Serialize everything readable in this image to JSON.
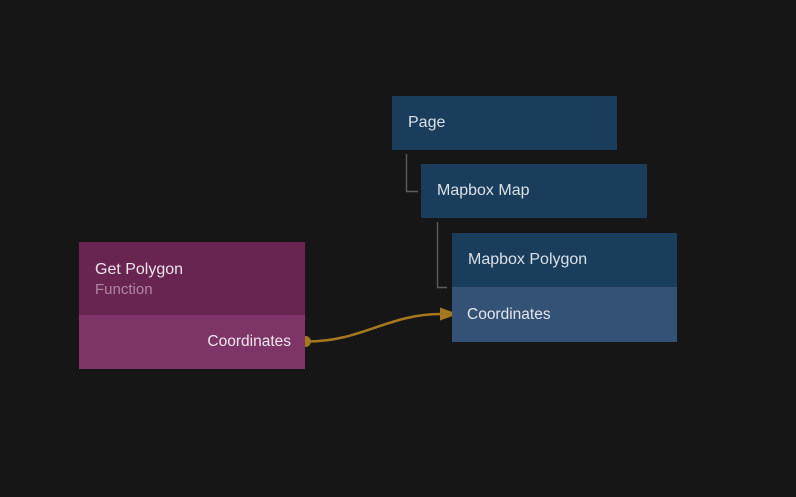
{
  "canvas": {
    "background": "#161616"
  },
  "colors": {
    "node_blue_header": "#1A3D5C",
    "node_blue_row": "#345276",
    "node_purple_header": "#692551",
    "node_purple_row": "#7C3566",
    "title_text": "#DEE3E8",
    "subtitle_text": "#B286A3",
    "tree_line": "#5C5C5C",
    "wire_gold": "#A6781E"
  },
  "nodes": {
    "page": {
      "title": "Page"
    },
    "mapbox_map": {
      "title": "Mapbox Map"
    },
    "mapbox_polygon": {
      "title": "Mapbox Polygon",
      "input_label": "Coordinates"
    },
    "get_polygon": {
      "title": "Get Polygon",
      "subtitle": "Function",
      "output_label": "Coordinates"
    }
  },
  "connection": {
    "from_node": "Get Polygon",
    "from_port": "Coordinates",
    "to_node": "Mapbox Polygon",
    "to_port": "Coordinates"
  }
}
